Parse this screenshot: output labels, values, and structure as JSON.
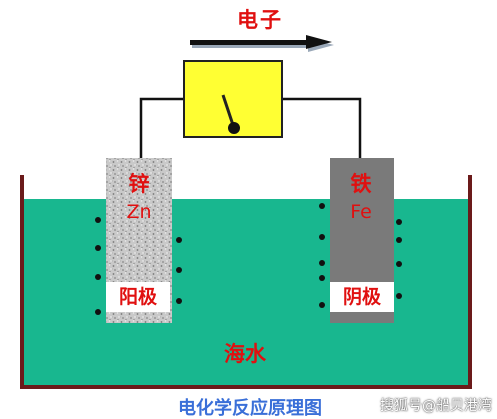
{
  "diagram": {
    "electron_label": "电子",
    "left_electrode": {
      "name": "锌",
      "symbol": "Zn",
      "pole": "阳极"
    },
    "right_electrode": {
      "name": "铁",
      "symbol": "Fe",
      "pole": "阴极"
    },
    "electrolyte": "海水",
    "caption": "电化学反应原理图",
    "watermark": "搜狐号@船贝港湾"
  },
  "colors": {
    "water": "#18b78f",
    "label_red": "#e01010",
    "meter_yellow": "#ffff33",
    "container_wall": "#6b1a1a",
    "caption_blue": "#3a6fd8",
    "iron_gray": "#7a7a7a"
  }
}
